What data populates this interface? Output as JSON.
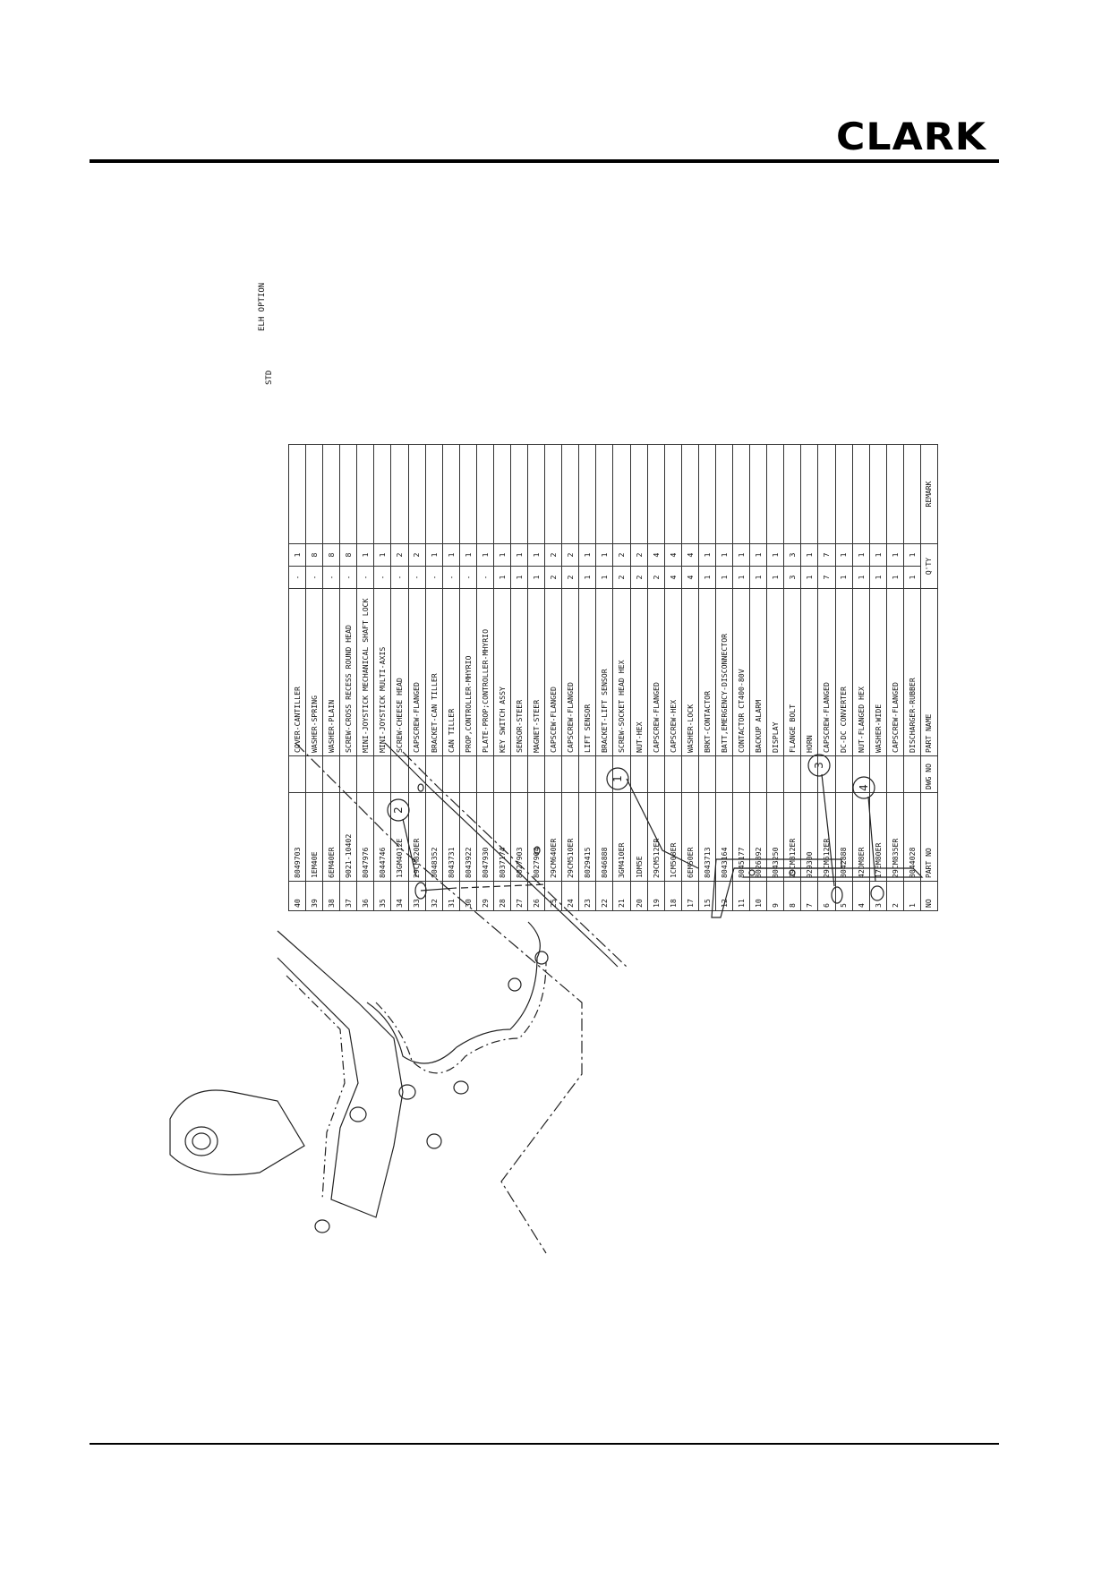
{
  "brand": {
    "logo_text": "CLARK"
  },
  "table": {
    "callouts": {
      "std": "STD",
      "elh": "ELH OPTION"
    },
    "headers": {
      "no": "NO",
      "part_no": "PART NO",
      "dwg_no": "DWG NO",
      "part_name": "PART NAME",
      "qty": "Q'TY",
      "remark": "REMARK"
    },
    "rows": [
      {
        "no": "40",
        "part_no": "8049703",
        "name": "COVER-CANTILLER",
        "std": "-",
        "elh": "1"
      },
      {
        "no": "39",
        "part_no": "1EM40E",
        "name": "WASHER-SPRING",
        "std": "-",
        "elh": "8"
      },
      {
        "no": "38",
        "part_no": "6EM40ER",
        "name": "WASHER-PLAIN",
        "std": "-",
        "elh": "8"
      },
      {
        "no": "37",
        "part_no": "9021-10402",
        "name": "SCREW-CROSS RECESS ROUND HEAD",
        "std": "-",
        "elh": "8"
      },
      {
        "no": "36",
        "part_no": "8047976",
        "name": "MINI-JOYSTICK MECHANICAL SHAFT LOCK",
        "std": "-",
        "elh": "1"
      },
      {
        "no": "35",
        "part_no": "8044746",
        "name": "MINI-JOYSTICK MULTI-AXIS",
        "std": "-",
        "elh": "1"
      },
      {
        "no": "34",
        "part_no": "13GM4012E",
        "name": "SCREW-CHEESE HEAD",
        "std": "-",
        "elh": "2"
      },
      {
        "no": "33",
        "part_no": "29CM820ER",
        "name": "CAPSCREW-FLANGED",
        "std": "-",
        "elh": "2"
      },
      {
        "no": "32",
        "part_no": "8048352",
        "name": "BRACKET-CAN TILLER",
        "std": "-",
        "elh": "1"
      },
      {
        "no": "31",
        "part_no": "8043731",
        "name": "CAN TILLER",
        "std": "-",
        "elh": "1"
      },
      {
        "no": "30",
        "part_no": "8043922",
        "name": "PROP,CONTROLLER-MHYRIO",
        "std": "-",
        "elh": "1"
      },
      {
        "no": "29",
        "part_no": "8047930",
        "name": "PLATE-PROP;CONTROLLER-MHYRIO",
        "std": "-",
        "elh": "1"
      },
      {
        "no": "28",
        "part_no": "8037174",
        "name": "KEY SWITCH ASSY",
        "std": "1",
        "elh": "1"
      },
      {
        "no": "27",
        "part_no": "8027903",
        "name": "SENSOR-STEER",
        "std": "1",
        "elh": "1"
      },
      {
        "no": "26",
        "part_no": "8027904",
        "name": "MAGNET-STEER",
        "std": "1",
        "elh": "1"
      },
      {
        "no": "25",
        "part_no": "29CM640ER",
        "name": "CAPSCEW-FLANGED",
        "std": "2",
        "elh": "2"
      },
      {
        "no": "24",
        "part_no": "29CM510ER",
        "name": "CAPSCREW-FLANGED",
        "std": "2",
        "elh": "2"
      },
      {
        "no": "23",
        "part_no": "8029415",
        "name": "LIFT SENSOR",
        "std": "1",
        "elh": "1"
      },
      {
        "no": "22",
        "part_no": "8046888",
        "name": "BRACKET-LIFT SENSOR",
        "std": "1",
        "elh": "1"
      },
      {
        "no": "21",
        "part_no": "3GM410ER",
        "name": "SCREW-SOCKET HEAD HEX",
        "std": "2",
        "elh": "2"
      },
      {
        "no": "20",
        "part_no": "1DM5E",
        "name": "NUT-HEX",
        "std": "2",
        "elh": "2"
      },
      {
        "no": "19",
        "part_no": "29CM512ER",
        "name": "CAPSCREW-FLANGED",
        "std": "2",
        "elh": "4"
      },
      {
        "no": "18",
        "part_no": "1CM508ER",
        "name": "CAPSCREW-HEX",
        "std": "4",
        "elh": "4"
      },
      {
        "no": "17",
        "part_no": "6EM50ER",
        "name": "WASHER-LOCK",
        "std": "4",
        "elh": "4"
      },
      {
        "no": "15",
        "part_no": "8043713",
        "name": "BRKT-CONTACTOR",
        "std": "1",
        "elh": "1"
      },
      {
        "no": "12",
        "part_no": "8043164",
        "name": "BATT,EMERGENCY-DISCONNECTOR",
        "std": "1",
        "elh": "1"
      },
      {
        "no": "11",
        "part_no": "8045177",
        "name": "CONTACTOR CT400-80V",
        "std": "1",
        "elh": "1"
      },
      {
        "no": "10",
        "part_no": "8026892",
        "name": "BACKUP ALARM",
        "std": "1",
        "elh": "1"
      },
      {
        "no": "9",
        "part_no": "8043250",
        "name": "DISPLAY",
        "std": "1",
        "elh": "1"
      },
      {
        "no": "8",
        "part_no": "29CM812ER",
        "name": "FLANGE BOLT",
        "std": "3",
        "elh": "3"
      },
      {
        "no": "7",
        "part_no": "929300",
        "name": "HORN",
        "std": "1",
        "elh": "1"
      },
      {
        "no": "6",
        "part_no": "29CM612ER",
        "name": "CAPSCREW-FLANGED",
        "std": "7",
        "elh": "7"
      },
      {
        "no": "5",
        "part_no": "8042888",
        "name": "DC-DC CONVERTER",
        "std": "1",
        "elh": "1"
      },
      {
        "no": "4",
        "part_no": "42DM8ER",
        "name": "NUT-FLANGED HEX",
        "std": "1",
        "elh": "1"
      },
      {
        "no": "3",
        "part_no": "17EM80ER",
        "name": "WASHER-WIDE",
        "std": "1",
        "elh": "1"
      },
      {
        "no": "2",
        "part_no": "29CM835ER",
        "name": "CAPSCREW-FLANGED",
        "std": "1",
        "elh": "1"
      },
      {
        "no": "1",
        "part_no": "8044028",
        "name": "DISCHARGER-RUBBER",
        "std": "1",
        "elh": "1"
      }
    ]
  },
  "drawing": {
    "balloons": [
      "1",
      "2",
      "3",
      "4"
    ]
  }
}
